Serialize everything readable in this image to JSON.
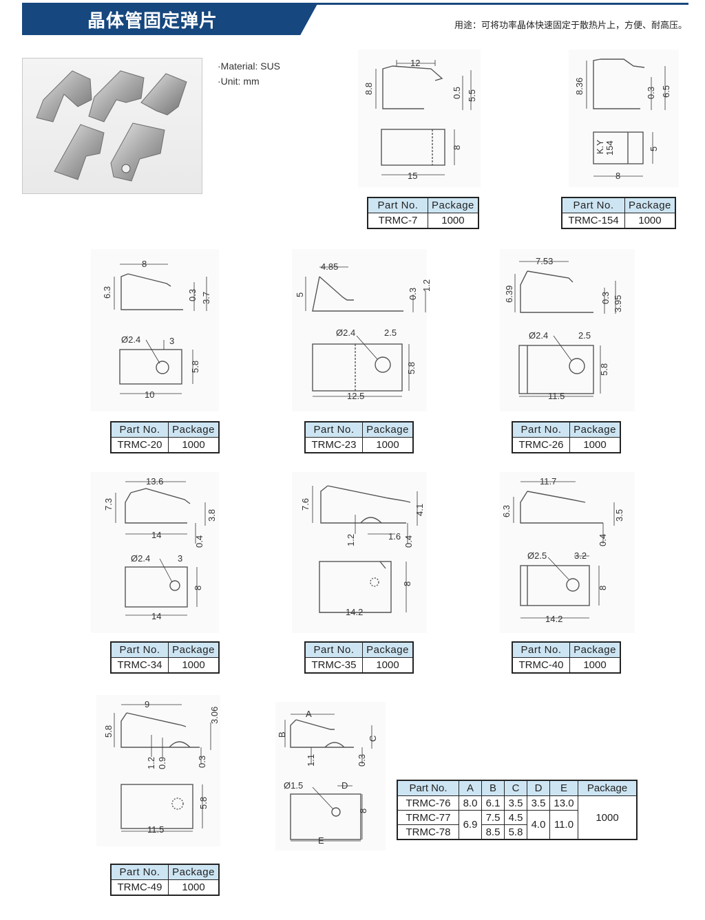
{
  "header": {
    "title": "晶体管固定弹片",
    "usage": "用途：可将功率晶体快速固定于散热片上，方便、耐高压。"
  },
  "specs": [
    "·Material: SUS",
    "·Unit: mm"
  ],
  "table_headers": {
    "part": "Part No.",
    "package": "Package"
  },
  "products": [
    {
      "part": "TRMC-7",
      "package": "1000",
      "side": {
        "w": "12",
        "h": "8.8",
        "t": "0.5",
        "r": "5.5"
      },
      "top": {
        "w": "15",
        "h": "8"
      }
    },
    {
      "part": "TRMC-154",
      "package": "1000",
      "side": {
        "h": "8.36",
        "t": "0.3",
        "r": "6.5"
      },
      "top": {
        "w": "8",
        "h": "5",
        "mark1": "K.Y",
        "mark2": "154"
      }
    },
    {
      "part": "TRMC-20",
      "package": "1000",
      "side": {
        "w": "8",
        "h": "6.3",
        "t": "0.3",
        "r": "3.7"
      },
      "top": {
        "dia": "Ø2.4",
        "off": "3",
        "w": "10",
        "h": "5.8"
      }
    },
    {
      "part": "TRMC-23",
      "package": "1000",
      "side": {
        "w": "4.85",
        "h": "5",
        "t": "0.3",
        "r": "1.2"
      },
      "top": {
        "dia": "Ø2.4",
        "off": "2.5",
        "w": "12.5",
        "h": "5.8"
      }
    },
    {
      "part": "TRMC-26",
      "package": "1000",
      "side": {
        "w": "7.53",
        "h": "6.39",
        "t": "0.3",
        "r": "3.95"
      },
      "top": {
        "dia": "Ø2.4",
        "off": "2.5",
        "w": "11.5",
        "h": "5.8"
      }
    },
    {
      "part": "TRMC-34",
      "package": "1000",
      "side": {
        "w": "13.6",
        "h": "7.3",
        "b": "14",
        "t": "0.4",
        "r": "3.8"
      },
      "top": {
        "dia": "Ø2.4",
        "off": "3",
        "w": "14",
        "h": "8"
      }
    },
    {
      "part": "TRMC-35",
      "package": "1000",
      "side": {
        "h": "7.6",
        "a": "1.2",
        "b": "1.6",
        "t": "0.4",
        "r": "4.1"
      },
      "top": {
        "w": "14.2",
        "h": "8"
      }
    },
    {
      "part": "TRMC-40",
      "package": "1000",
      "side": {
        "w": "11.7",
        "h": "6.3",
        "t": "0.4",
        "r": "3.5"
      },
      "top": {
        "dia": "Ø2.5",
        "off": "3.2",
        "w": "14.2",
        "h": "8"
      }
    },
    {
      "part": "TRMC-49",
      "package": "1000",
      "side": {
        "w": "9",
        "h": "5.8",
        "a": "1.2",
        "b": "0.9",
        "t": "0.3",
        "r": "3.06"
      },
      "top": {
        "w": "11.5",
        "h": "5.8"
      }
    }
  ],
  "generic": {
    "side": {
      "a": "A",
      "b": "B",
      "c": "C",
      "d1": "1.1",
      "d2": "0.3"
    },
    "top": {
      "dia": "Ø1.5",
      "d": "D",
      "e": "E",
      "h": "8"
    }
  },
  "multi_table": {
    "headers": [
      "Part No.",
      "A",
      "B",
      "C",
      "D",
      "E",
      "Package"
    ],
    "r1": {
      "part": "TRMC-76",
      "a": "8.0",
      "b": "6.1",
      "c": "3.5",
      "d": "3.5",
      "e": "13.0"
    },
    "r2": {
      "part": "TRMC-77",
      "a": "6.9",
      "b": "7.5",
      "c": "4.5",
      "d": "4.0",
      "e": "11.0"
    },
    "r3": {
      "part": "TRMC-78",
      "b": "8.5",
      "c": "5.8"
    },
    "package": "1000"
  }
}
